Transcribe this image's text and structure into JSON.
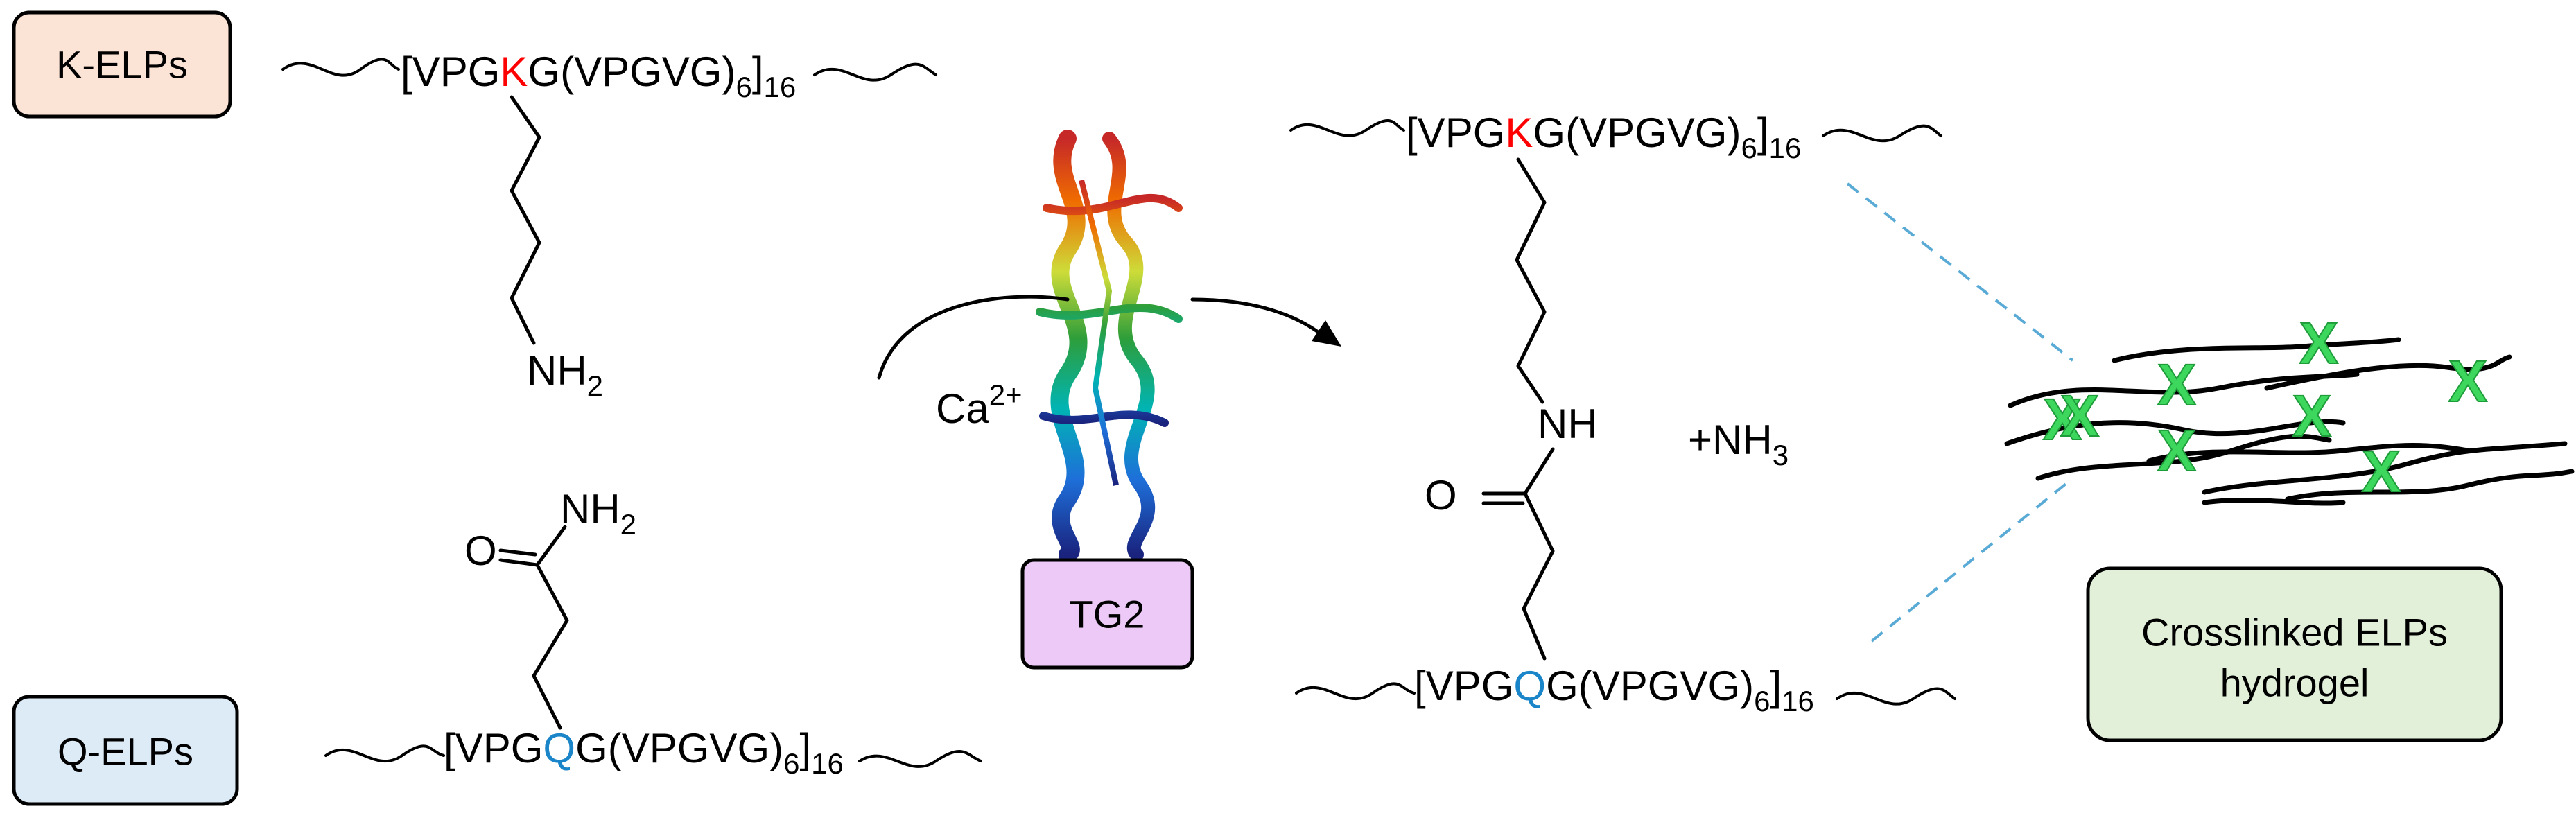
{
  "colors": {
    "lys_residue": "#ff0000",
    "gln_residue": "#1a85c8",
    "k_box_fill": "#fbe3d6",
    "q_box_fill": "#ddebf7",
    "tg2_box_fill": "#ecc9f6",
    "gel_box_fill": "#e2f0d9",
    "crosslink": "#3cd75c",
    "dashed_line": "#5aaad6"
  },
  "labels": {
    "k_elps": "K-ELPs",
    "q_elps": "Q-ELPs",
    "tg2": "TG2",
    "gel_line1": "Crosslinked ELPs",
    "gel_line2": "hydrogel",
    "calcium": "Ca",
    "calcium_charge": "2+",
    "ammonia_byproduct": "+NH",
    "ammonia_sub": "3",
    "nh2_text": "NH",
    "nh2_sub": "2",
    "nh_text": "NH",
    "oxygen": "O"
  },
  "sequences": {
    "k": {
      "pre": "[VPG",
      "residue": "K",
      "mid": "G(VPGVG)",
      "repeat": "6",
      "close": "]",
      "copies": "16"
    },
    "q": {
      "pre": "[VPG",
      "residue": "Q",
      "mid": "G(VPGVG)",
      "repeat": "6",
      "close": "]",
      "copies": "16"
    }
  },
  "crosslink_mark": "X",
  "crosslink_count": 8,
  "icons": {
    "protein": "tg2-protein-ribbon-icon",
    "reaction_arrow": "curved-arrow-icon",
    "hydrogel": "hydrogel-network-icon"
  }
}
